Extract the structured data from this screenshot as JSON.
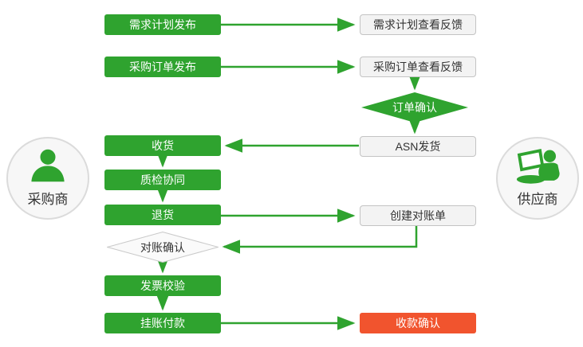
{
  "actors": {
    "buyer": {
      "label": "采购商",
      "icon": "person-icon"
    },
    "supplier": {
      "label": "供应商",
      "icon": "person-laptop-icon"
    }
  },
  "nodes": {
    "demand_plan_publish": "需求计划发布",
    "demand_plan_feedback": "需求计划查看反馈",
    "purchase_order_publish": "采购订单发布",
    "purchase_order_feedback": "采购订单查看反馈",
    "order_confirm": "订单确认",
    "asn_ship": "ASN发货",
    "receive_goods": "收货",
    "quality_inspection": "质检协同",
    "return_goods": "退货",
    "create_statement": "创建对账单",
    "reconcile_confirm": "对账确认",
    "invoice_verify": "发票校验",
    "payment_on_account": "挂账付款",
    "payment_confirm": "收款确认"
  },
  "colors": {
    "flow_green": "#2FA32F",
    "highlight_red": "#F1542E",
    "neutral_box_bg": "#F3F3F3",
    "neutral_box_border": "#C3C3C3",
    "text_dark": "#333333"
  }
}
